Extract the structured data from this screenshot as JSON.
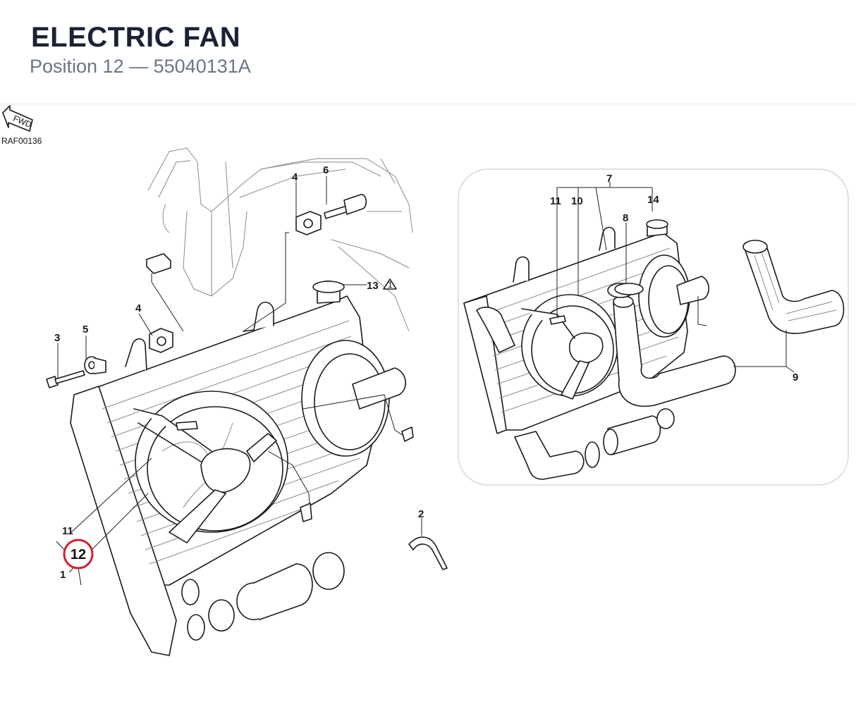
{
  "header": {
    "title": "ELECTRIC FAN",
    "subtitle_position": "Position 12",
    "subtitle_separator": "—",
    "subtitle_part_number": "55040131A"
  },
  "diagram": {
    "reference_code": "RAF00136",
    "fwd_label": "FWD",
    "highlight_color": "#d0212d",
    "highlighted_callout": "12",
    "main_callouts": [
      "1",
      "2",
      "3",
      "4",
      "4",
      "5",
      "6",
      "11",
      "12",
      "13"
    ],
    "inset_callouts": [
      "7",
      "8",
      "9",
      "10",
      "11",
      "14"
    ],
    "note_marker": "1"
  }
}
